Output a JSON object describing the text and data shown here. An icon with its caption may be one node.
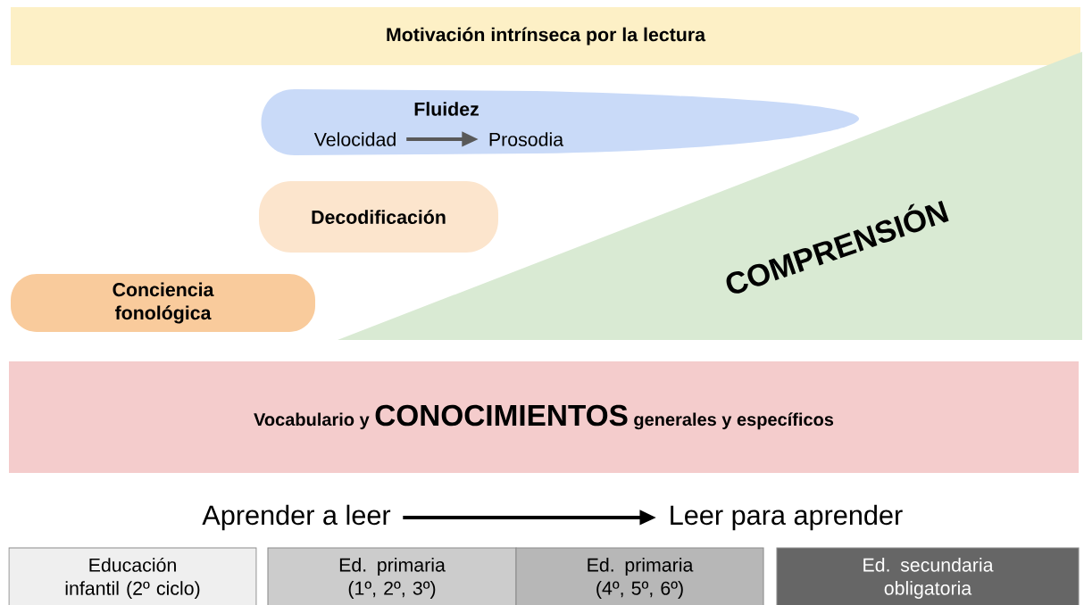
{
  "diagram": {
    "nodes": [
      {
        "text": [
          "Motivación intrínseca por la lectura"
        ]
      },
      {
        "text": [
          "Fluidez"
        ]
      },
      {
        "text": [
          "Velocidad"
        ],
        "in": 1
      },
      {
        "text": [
          "Prosodia"
        ],
        "in": 1
      },
      {
        "text": [
          "Decodificación"
        ]
      },
      {
        "text": [
          "Conciencia fonológica"
        ]
      },
      {
        "text": [
          "COMPRENSIÓN"
        ]
      },
      {
        "text": [
          "Vocabulario y **CONOCIMIENTOS** generales y específicos"
        ]
      },
      {
        "text": [
          "Aprender a leer"
        ]
      },
      {
        "text": [
          "Leer para aprender"
        ]
      },
      {
        "text": [
          "Educación infantil (2º ciclo)"
        ]
      },
      {
        "text": [
          "Ed. primaria (1º, 2º, 3º)"
        ]
      },
      {
        "text": [
          "Ed. primaria (4º, 5º, 6º)"
        ]
      },
      {
        "text": [
          "Ed. secundaria obligatoria"
        ]
      }
    ],
    "edges": [
      {
        "from": 2,
        "to": 3,
        "arrow": "to",
        "color": "#595959"
      },
      {
        "from": 8,
        "to": 9,
        "arrow": "to"
      }
    ]
  }
}
